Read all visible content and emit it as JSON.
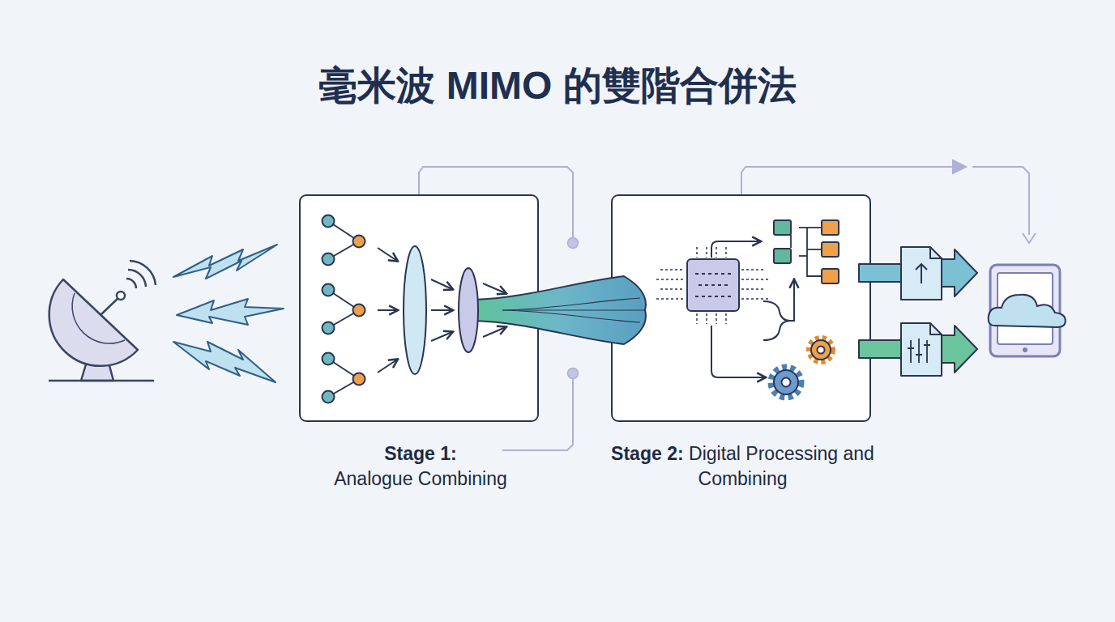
{
  "diagram": {
    "title": "毫米波 MIMO 的雙階合併法",
    "nodes": [
      {
        "text": [
          "Stage 1:",
          "Analogue Combining"
        ]
      },
      {
        "text": [
          "Stage 2:",
          "Digital Processing and Combining"
        ]
      }
    ]
  }
}
